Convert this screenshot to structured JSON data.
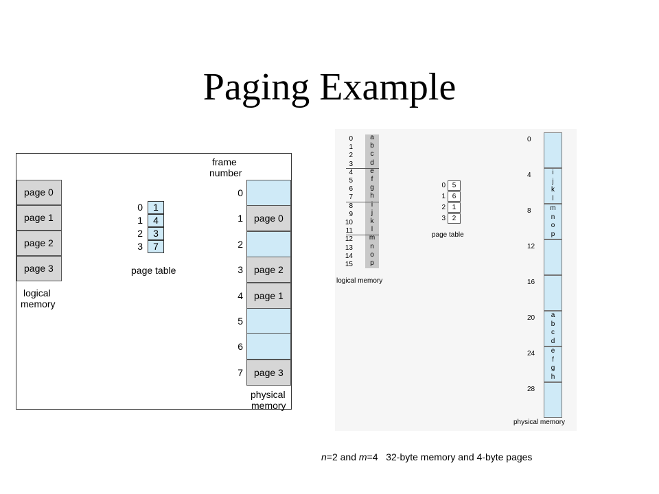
{
  "title": "Paging Example",
  "left": {
    "frame_number_label": [
      "frame",
      "number"
    ],
    "logical_pages": [
      "page 0",
      "page 1",
      "page 2",
      "page 3"
    ],
    "logical_label": [
      "logical",
      "memory"
    ],
    "page_table_index": [
      "0",
      "1",
      "2",
      "3"
    ],
    "page_table_values": [
      "1",
      "4",
      "3",
      "7"
    ],
    "page_table_label": "page table",
    "frame_numbers": [
      "0",
      "1",
      "2",
      "3",
      "4",
      "5",
      "6",
      "7"
    ],
    "frames": [
      "",
      "page 0",
      "",
      "page 2",
      "page 1",
      "",
      "",
      "page 3"
    ],
    "physical_label": [
      "physical",
      "memory"
    ]
  },
  "right": {
    "logical_addresses": [
      "0",
      "1",
      "2",
      "3",
      "4",
      "5",
      "6",
      "7",
      "8",
      "9",
      "10",
      "11",
      "12",
      "13",
      "14",
      "15"
    ],
    "logical_chars": [
      "a",
      "b",
      "c",
      "d",
      "e",
      "f",
      "g",
      "h",
      "i",
      "j",
      "k",
      "l",
      "m",
      "n",
      "o",
      "p"
    ],
    "logical_label": "logical memory",
    "page_table_index": [
      "0",
      "1",
      "2",
      "3"
    ],
    "page_table_values": [
      "5",
      "6",
      "1",
      "2"
    ],
    "page_table_label": "page table",
    "physical_addresses": [
      "0",
      "4",
      "8",
      "12",
      "16",
      "20",
      "24",
      "28"
    ],
    "physical_chars": [
      [],
      [
        "i",
        "j",
        "k",
        "l"
      ],
      [
        "m",
        "n",
        "o",
        "p"
      ],
      [],
      [],
      [
        "a",
        "b",
        "c",
        "d"
      ],
      [
        "e",
        "f",
        "g",
        "h"
      ],
      []
    ],
    "physical_label": "physical memory"
  },
  "caption": {
    "n_var": "n",
    "n_eq": "=2 and ",
    "m_var": "m",
    "m_eq": "=4   32-byte memory and 4-byte pages"
  },
  "colors": {
    "frame_empty": "#cfeaf7",
    "frame_full": "#d6d6d6"
  }
}
